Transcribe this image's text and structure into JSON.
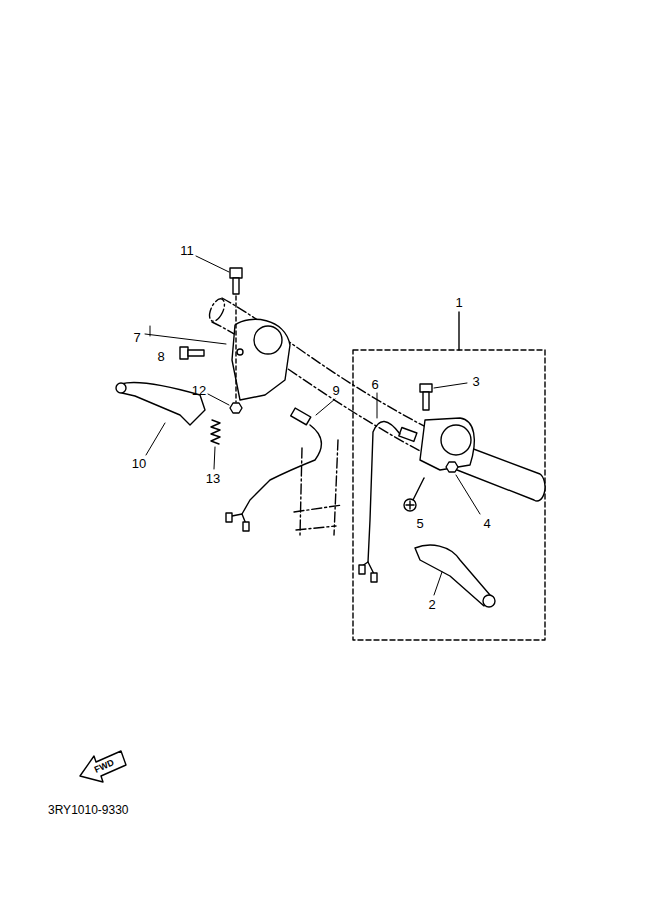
{
  "diagram": {
    "labels": [
      "11",
      "1",
      "7",
      "8",
      "6",
      "3",
      "9",
      "12",
      "10",
      "13",
      "5",
      "4",
      "2",
      "FWD",
      "3RY1010-9330"
    ]
  }
}
